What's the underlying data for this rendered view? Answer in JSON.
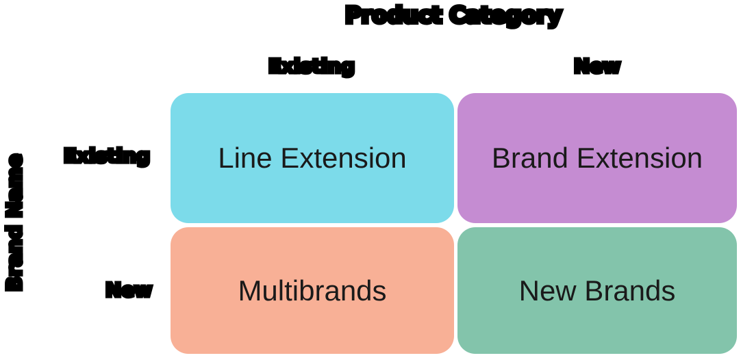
{
  "diagram": {
    "type": "2x2-matrix",
    "x_axis": {
      "label": "Product Category",
      "columns": [
        {
          "label": "Existing"
        },
        {
          "label": "New"
        }
      ]
    },
    "y_axis": {
      "label": "Brand Name",
      "rows": [
        {
          "label": "Existing"
        },
        {
          "label": "New"
        }
      ]
    },
    "quadrants": [
      {
        "name": "line-extension",
        "label": "Line Extension",
        "color": "#7CDBEA",
        "row": "Existing",
        "column": "Existing"
      },
      {
        "name": "brand-extension",
        "label": "Brand Extension",
        "color": "#C58CD2",
        "row": "Existing",
        "column": "New"
      },
      {
        "name": "multibrands",
        "label": "Multibrands",
        "color": "#F8B096",
        "row": "New",
        "column": "Existing"
      },
      {
        "name": "new-brands",
        "label": "New Brands",
        "color": "#83C4AB",
        "row": "New",
        "column": "New"
      }
    ],
    "colors": {
      "background": "#ffffff",
      "axis_label_text": "#000000",
      "quadrant_text": "#1a1a1a"
    }
  }
}
